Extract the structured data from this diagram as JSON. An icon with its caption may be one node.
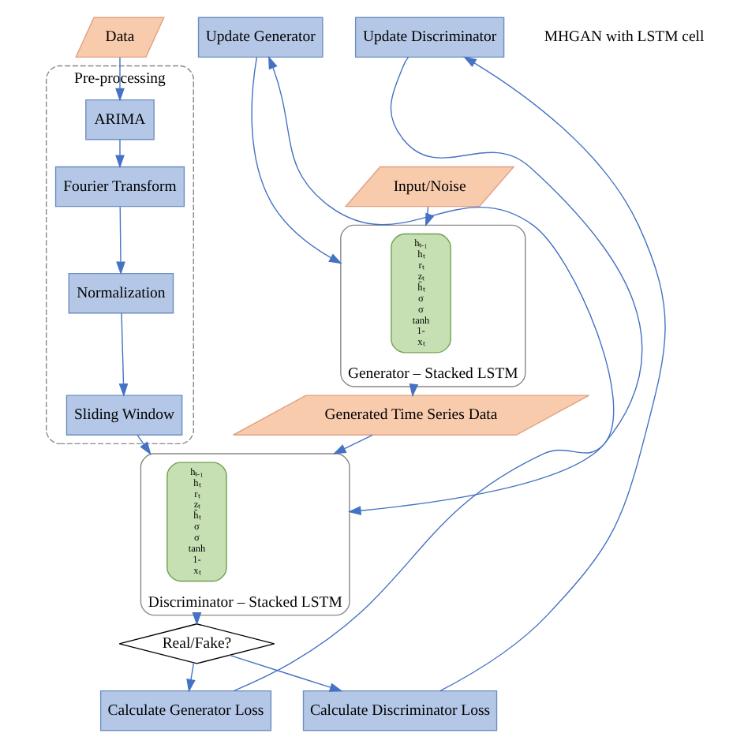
{
  "diagram": {
    "nodes": [
      {
        "text": [
          "Data"
        ]
      },
      {
        "text": [
          "Pre-processing"
        ]
      },
      {
        "text": [
          "ARIMA"
        ],
        "in": 1
      },
      {
        "text": [
          "Fourier Transform"
        ],
        "in": 1
      },
      {
        "text": [
          "Normalization"
        ],
        "in": 1
      },
      {
        "text": [
          "Sliding Window"
        ],
        "in": 1
      },
      {
        "text": [
          "Input/Noise"
        ]
      },
      {
        "text": [
          "Generator – Stacked LSTM"
        ]
      },
      {
        "text": [
          "hₜ₋₁",
          "hₜ",
          "rₜ",
          "zₜ",
          "h̃ₜ",
          "σ",
          "σ",
          "tanh",
          "1-",
          "xₜ"
        ],
        "in": 7
      },
      {
        "text": [
          "Generated Time Series Data"
        ]
      },
      {
        "text": [
          "Discriminator – Stacked LSTM"
        ]
      },
      {
        "text": [
          "hₜ₋₁",
          "hₜ",
          "rₜ",
          "zₜ",
          "h̃ₜ",
          "σ",
          "σ",
          "tanh",
          "1-",
          "xₜ"
        ],
        "in": 10
      },
      {
        "text": [
          "Real/Fake?"
        ]
      },
      {
        "text": [
          "Update Generator"
        ]
      },
      {
        "text": [
          "Calculate Generator Loss"
        ]
      },
      {
        "text": [
          "Update Discriminator"
        ]
      },
      {
        "text": [
          "Calculate Discriminator Loss"
        ]
      }
    ],
    "edges": [
      {
        "from": 0,
        "to": 2,
        "arrow": "to"
      },
      {
        "from": 2,
        "to": 3,
        "arrow": "to"
      },
      {
        "from": 3,
        "to": 4,
        "arrow": "to"
      },
      {
        "from": 4,
        "to": 5,
        "arrow": "to"
      },
      {
        "from": 5,
        "to": 10,
        "arrow": "to"
      },
      {
        "from": 6,
        "to": 7,
        "arrow": "to"
      },
      {
        "from": 7,
        "to": 9,
        "arrow": "to"
      },
      {
        "from": 9,
        "to": 10,
        "arrow": "to"
      },
      {
        "from": 10,
        "to": 12,
        "arrow": "to"
      },
      {
        "from": 12,
        "to": 16,
        "arrow": "to"
      },
      {
        "from": 12,
        "to": 14,
        "arrow": "to"
      },
      {
        "from": 16,
        "to": 15,
        "arrow": "to"
      },
      {
        "from": 15,
        "to": 10,
        "arrow": "to"
      },
      {
        "from": 14,
        "to": 13,
        "arrow": "to"
      },
      {
        "from": 13,
        "to": 7,
        "arrow": "to"
      }
    ],
    "labels": [
      "MHGAN with LSTM cell"
    ]
  }
}
